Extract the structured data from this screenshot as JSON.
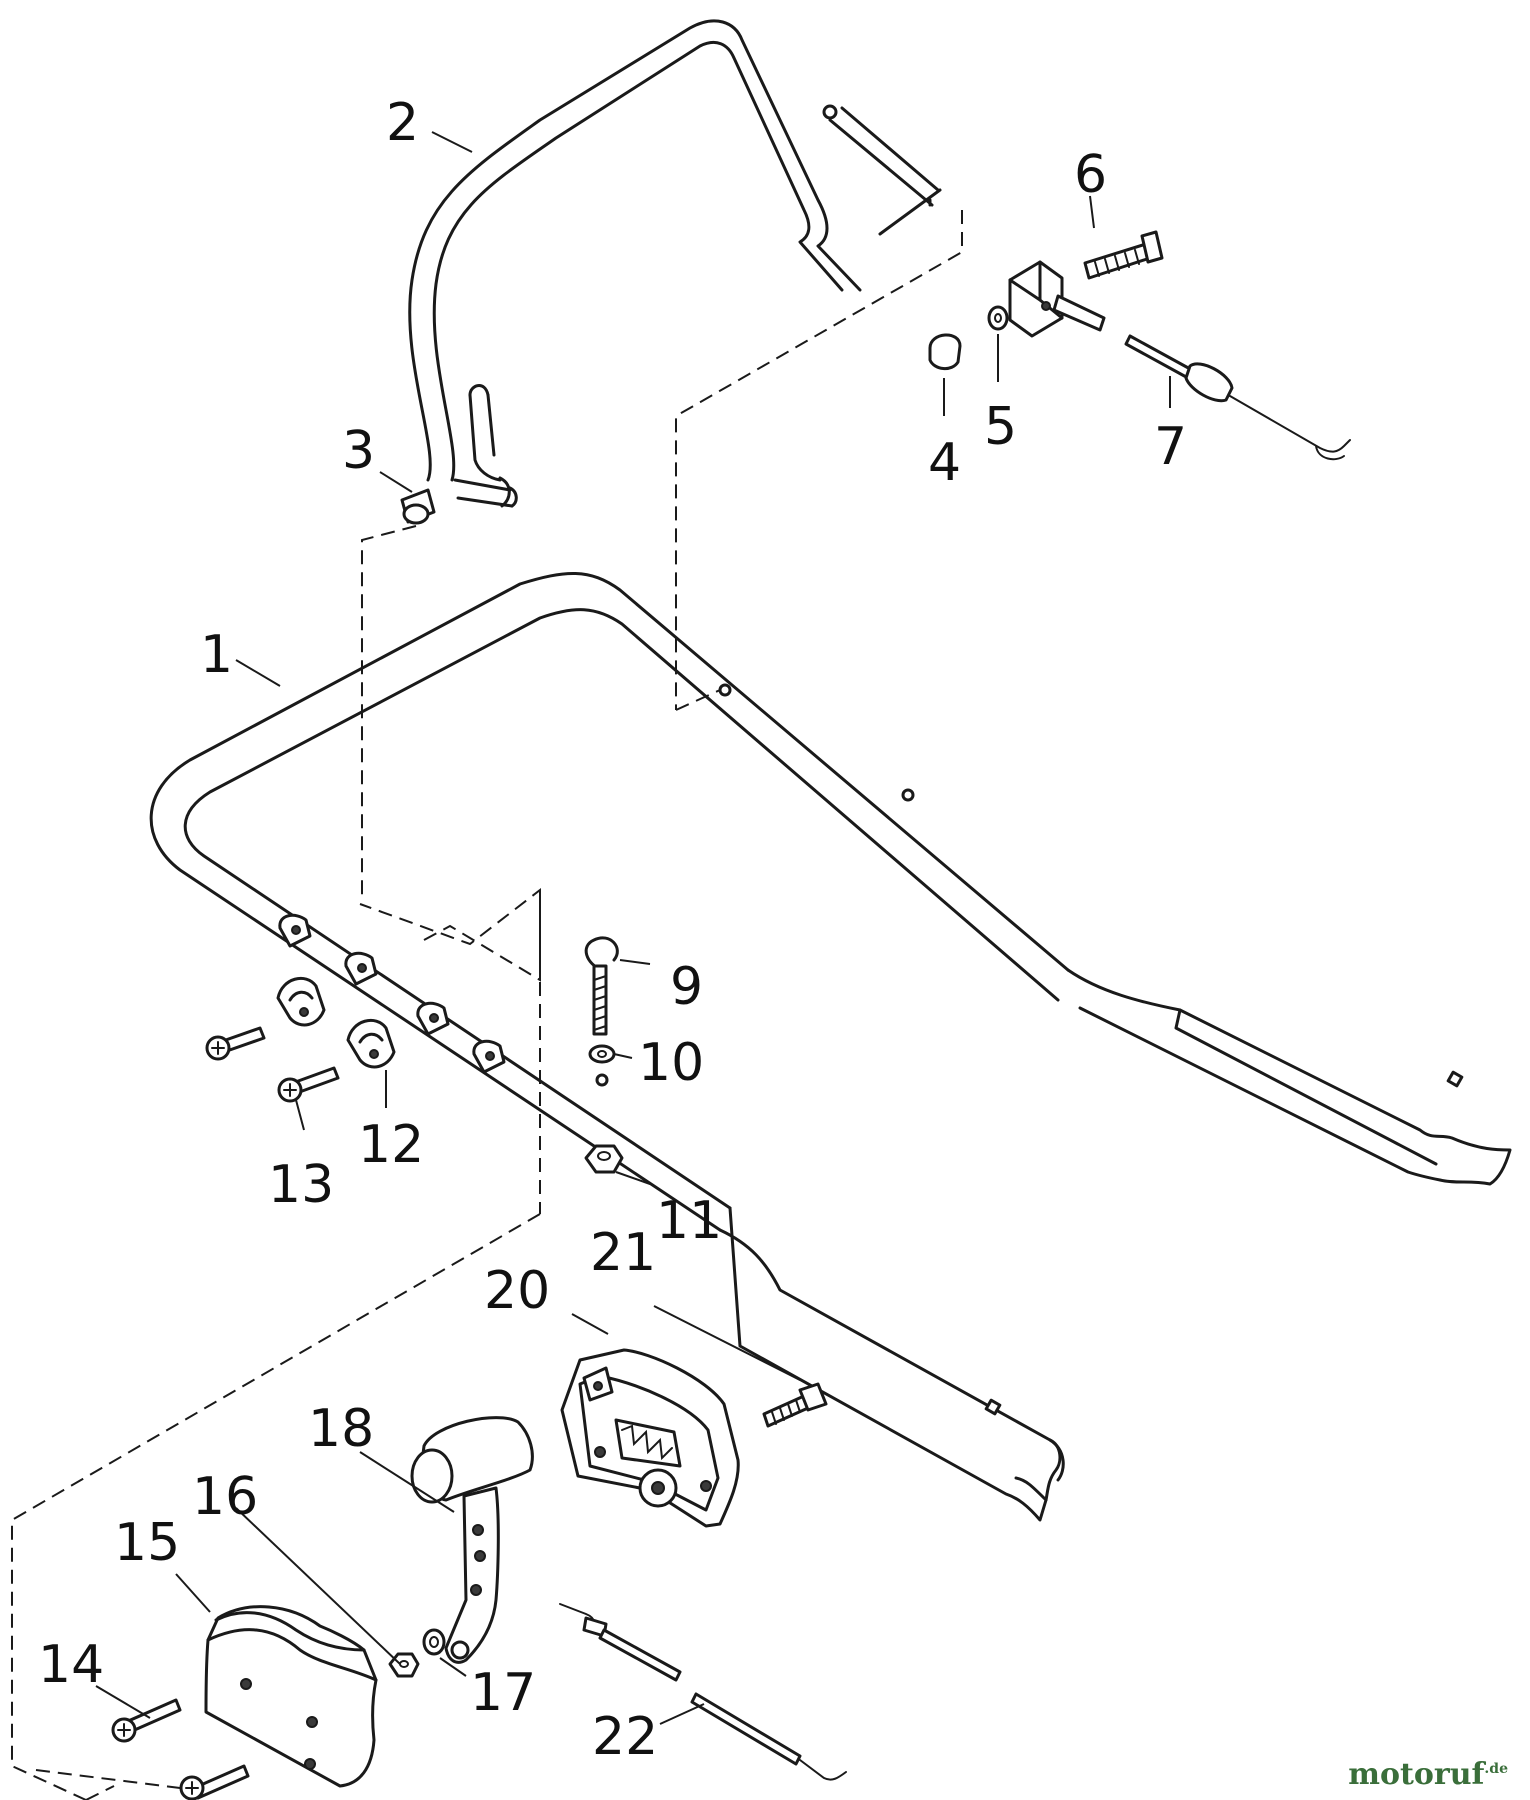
{
  "callouts": {
    "c1": "1",
    "c2": "2",
    "c3": "3",
    "c4": "4",
    "c5": "5",
    "c6": "6",
    "c7": "7",
    "c9": "9",
    "c10": "10",
    "c11": "11",
    "c12": "12",
    "c13": "13",
    "c14": "14",
    "c15": "15",
    "c16": "16",
    "c17": "17",
    "c18": "18",
    "c20": "20",
    "c21": "21",
    "c22": "22"
  },
  "watermark": {
    "name": "motoruf",
    "tld": ".de"
  }
}
